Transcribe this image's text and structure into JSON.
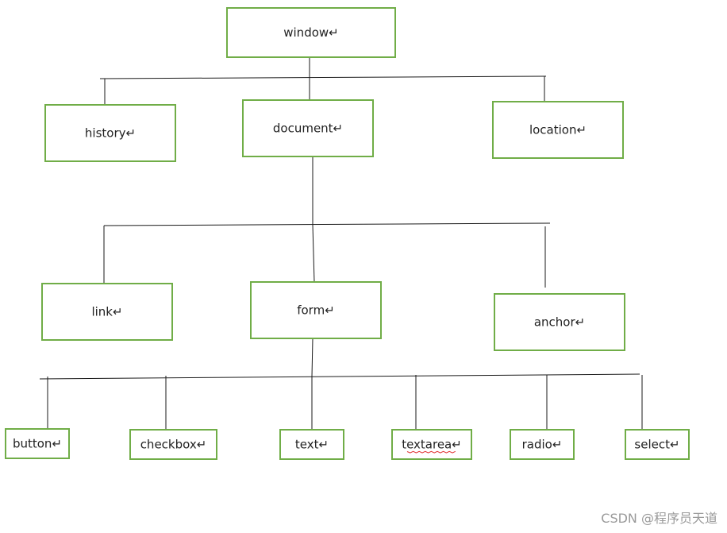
{
  "nodes": [
    {
      "id": "window",
      "label": "window↵"
    },
    {
      "id": "history",
      "label": "history↵"
    },
    {
      "id": "document",
      "label": "document↵"
    },
    {
      "id": "location",
      "label": "location↵"
    },
    {
      "id": "link",
      "label": "link↵"
    },
    {
      "id": "form",
      "label": "form↵"
    },
    {
      "id": "anchor",
      "label": "anchor↵"
    },
    {
      "id": "button",
      "label": "button↵"
    },
    {
      "id": "checkbox",
      "label": "checkbox↵"
    },
    {
      "id": "text",
      "label": "text↵"
    },
    {
      "id": "textarea",
      "label": "textarea↵"
    },
    {
      "id": "radio",
      "label": "radio↵"
    },
    {
      "id": "select",
      "label": "select↵"
    }
  ],
  "edges": [
    {
      "from": "window",
      "to": "history"
    },
    {
      "from": "window",
      "to": "document"
    },
    {
      "from": "window",
      "to": "location"
    },
    {
      "from": "document",
      "to": "link"
    },
    {
      "from": "document",
      "to": "form"
    },
    {
      "from": "document",
      "to": "anchor"
    },
    {
      "from": "form",
      "to": "button"
    },
    {
      "from": "form",
      "to": "checkbox"
    },
    {
      "from": "form",
      "to": "text"
    },
    {
      "from": "form",
      "to": "textarea"
    },
    {
      "from": "form",
      "to": "radio"
    },
    {
      "from": "form",
      "to": "select"
    }
  ],
  "colors": {
    "box_border": "#70ad47",
    "line": "#1a1a1a",
    "watermark": "#9a9a9a"
  },
  "watermark": "CSDN @程序员天道"
}
